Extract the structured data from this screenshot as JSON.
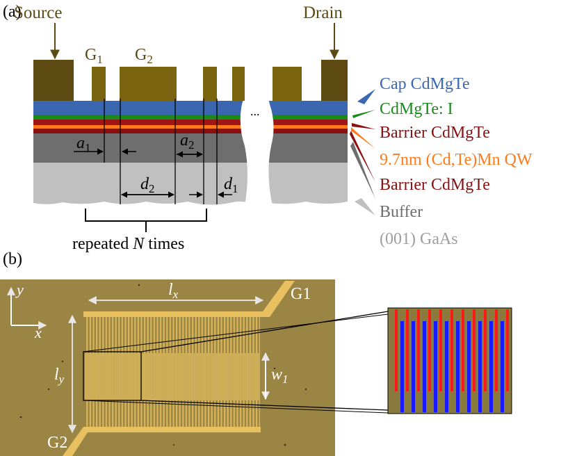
{
  "panel_a": {
    "panel_label": "(a)",
    "source_label": "Source",
    "drain_label": "Drain",
    "gate1": {
      "main": "G",
      "sub": "1"
    },
    "gate2": {
      "main": "G",
      "sub": "2"
    },
    "ellipsis": "...",
    "dims": {
      "a1": {
        "main": "a",
        "sub": "1"
      },
      "a2": {
        "main": "a",
        "sub": "2"
      },
      "d1": {
        "main": "d",
        "sub": "1"
      },
      "d2": {
        "main": "d",
        "sub": "2"
      }
    },
    "repeat_label": {
      "prefix": "repeated ",
      "var": "N",
      "suffix": " times"
    },
    "layers": [
      {
        "name": "Cap CdMgTe",
        "color": "#3a67b0"
      },
      {
        "name": "CdMgTe: I",
        "color": "#1a8a1a"
      },
      {
        "name": "Barrier CdMgTe",
        "color": "#8a0f10"
      },
      {
        "name": "9.7nm (Cd,Te)Mn QW",
        "color": "#ff7a1a"
      },
      {
        "name": "Barrier CdMgTe",
        "color": "#8a0f10"
      },
      {
        "name": "Buffer",
        "color": "#6e6e6e"
      },
      {
        "name": "(001) GaAs",
        "color": "#9e9e9e"
      }
    ],
    "gate_color": "#7a6410",
    "contact_color": "#5c4a12"
  },
  "panel_b": {
    "panel_label": "(b)",
    "g1_label": "G1",
    "g2_label": "G2",
    "lx": {
      "main": "l",
      "sub": "x"
    },
    "ly": {
      "main": "l",
      "sub": "y"
    },
    "w1": {
      "main": "w",
      "sub": "1"
    },
    "axis_x": "x",
    "axis_y": "y",
    "colors": {
      "background": "#9b8545",
      "finger": "#e8c060",
      "inset_red": "#ff1a1a",
      "inset_blue": "#1a1aff",
      "inset_bg": "#8a7a3e"
    }
  }
}
